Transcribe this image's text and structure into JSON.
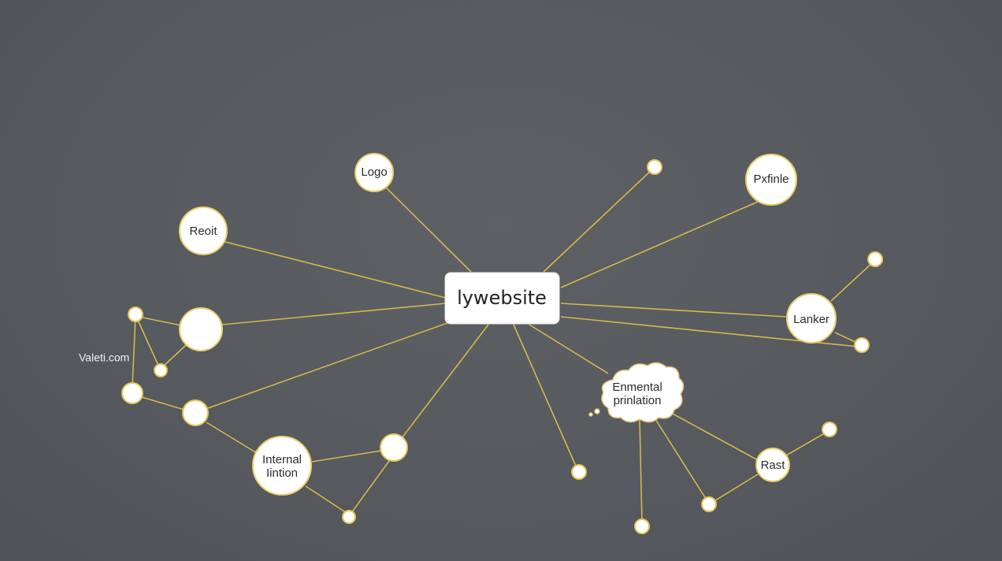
{
  "diagram": {
    "center": {
      "label": "lywebsite"
    },
    "nodes": {
      "logo": {
        "label": "Logo"
      },
      "profile": {
        "label": "Pxfinle"
      },
      "reoit": {
        "label": "Reoit"
      },
      "lanker": {
        "label": "Lanker"
      },
      "internal": {
        "label_line1": "Internal",
        "label_line2": "Iintion"
      },
      "rast": {
        "label": "Rast"
      }
    },
    "cloud": {
      "label_line1": "Enmental",
      "label_line2": "prinlation"
    },
    "free_text": {
      "label": "Valeti.com"
    }
  },
  "colors": {
    "background": "#56595d",
    "edge": "#d4b84e",
    "node_fill": "#ffffff",
    "node_stroke": "#e8cf6a"
  }
}
